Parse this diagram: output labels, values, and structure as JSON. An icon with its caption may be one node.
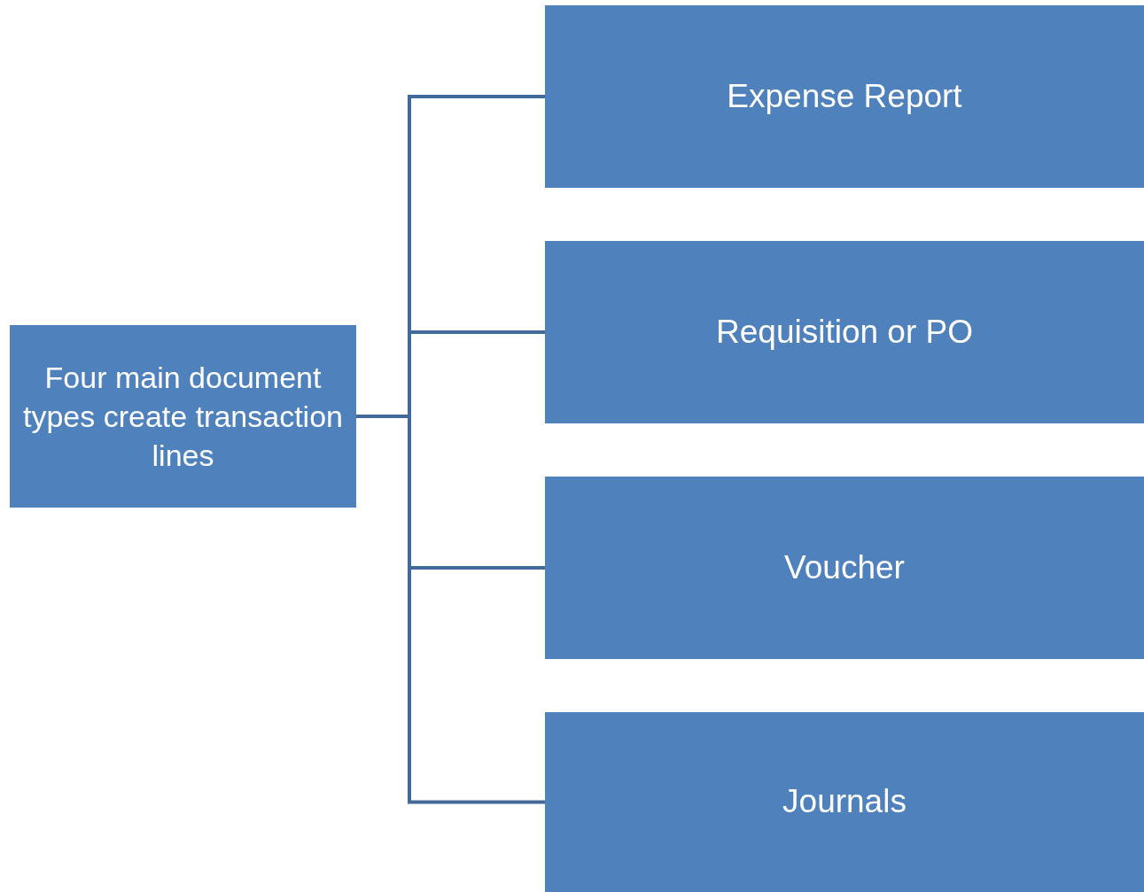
{
  "diagram": {
    "nodes": [
      {
        "text": [
          "Four main document types create transaction lines"
        ]
      },
      {
        "text": [
          "Expense Report"
        ]
      },
      {
        "text": [
          "Requisition or PO"
        ]
      },
      {
        "text": [
          "Voucher"
        ]
      },
      {
        "text": [
          "Journals"
        ]
      }
    ],
    "edges": [
      {
        "from": 0,
        "to": 1,
        "arrow": "none"
      },
      {
        "from": 0,
        "to": 2,
        "arrow": "none"
      },
      {
        "from": 0,
        "to": 3,
        "arrow": "none"
      },
      {
        "from": 0,
        "to": 4,
        "arrow": "none"
      }
    ]
  }
}
